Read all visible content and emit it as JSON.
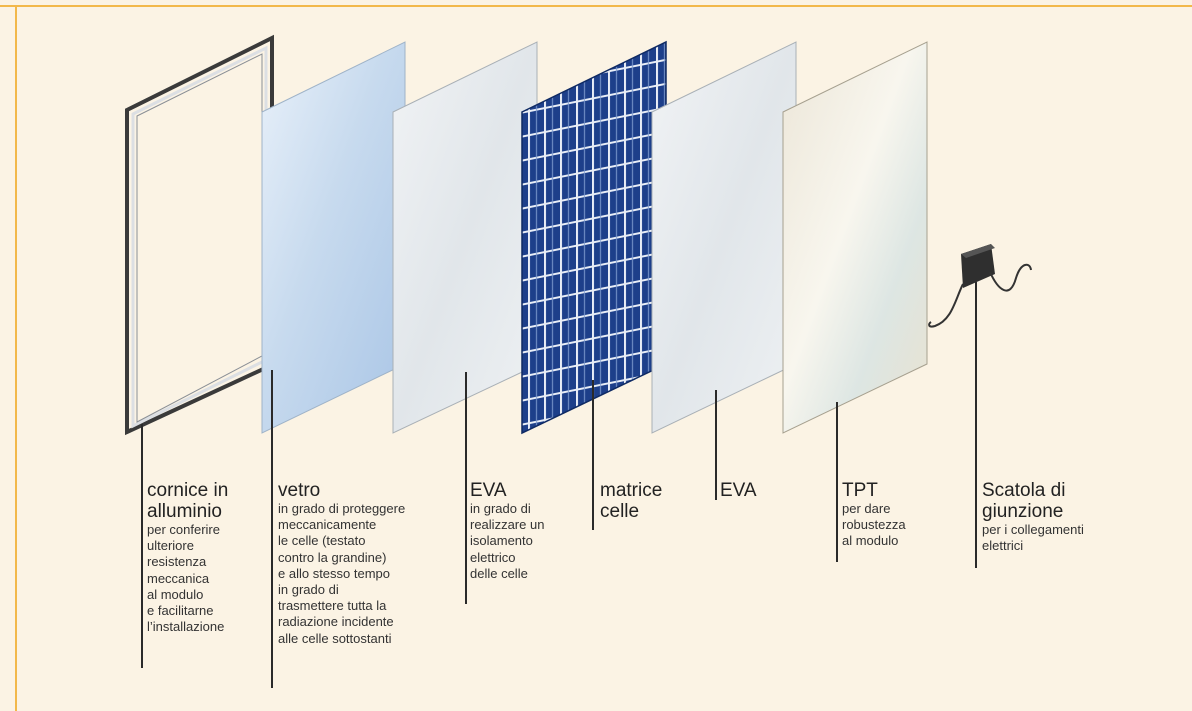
{
  "layers": [
    {
      "key": "frame",
      "title": [
        "cornice in",
        "alluminio"
      ],
      "description": [
        "per conferire",
        "ulteriore",
        "resistenza",
        "meccanica",
        "al modulo",
        "e facilitarne",
        "l’installazione"
      ]
    },
    {
      "key": "glass",
      "title": [
        "vetro"
      ],
      "description": [
        "in grado di proteggere",
        "meccanicamente",
        "le celle (testato",
        "contro la grandine)",
        "e allo stesso tempo",
        "in grado di",
        "trasmettere tutta la",
        "radiazione incidente",
        "alle celle sottostanti"
      ]
    },
    {
      "key": "eva1",
      "title": [
        "EVA"
      ],
      "description": [
        "in grado di",
        "realizzare un",
        "isolamento",
        "elettrico",
        "delle celle"
      ]
    },
    {
      "key": "cells",
      "title": [
        "matrice",
        "celle"
      ],
      "description": []
    },
    {
      "key": "eva2",
      "title": [
        "EVA"
      ],
      "description": []
    },
    {
      "key": "tpt",
      "title": [
        "TPT"
      ],
      "description": [
        "per dare",
        "robustezza",
        "al modulo"
      ]
    },
    {
      "key": "junction",
      "title": [
        "Scatola di",
        "giunzione"
      ],
      "description": [
        "per i collegamenti",
        "elettrici"
      ]
    }
  ],
  "colors": {
    "background": "#fbf3e4",
    "frame_border": "#f2b84a",
    "cell_blue": "#1d3f8a",
    "cell_grid": "#e9eef7",
    "glass": "#cfe0f0",
    "eva": "#e8ecef",
    "tpt": "#e6e1d3",
    "junction_box": "#2f2f2f"
  }
}
